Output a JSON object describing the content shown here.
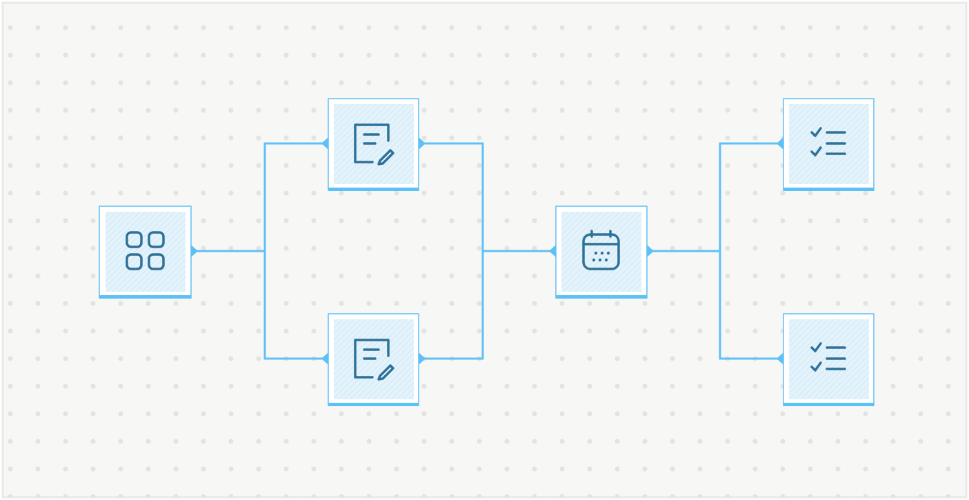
{
  "colors": {
    "background": "#f7f7f6",
    "border": "#e8e8e8",
    "dot": "#e3e3e3",
    "accent": "#5ec1f5",
    "node_fill": "#e4f3fb",
    "node_hatch": "#cde8f5",
    "icon": "#2f7199"
  },
  "nodes": [
    {
      "id": "apps",
      "icon": "apps-icon",
      "ports": [
        "right"
      ]
    },
    {
      "id": "edit-top",
      "icon": "edit-document-icon",
      "ports": [
        "left",
        "right"
      ]
    },
    {
      "id": "edit-bottom",
      "icon": "edit-document-icon",
      "ports": [
        "left",
        "right"
      ]
    },
    {
      "id": "calendar",
      "icon": "calendar-icon",
      "ports": [
        "left",
        "right"
      ]
    },
    {
      "id": "checklist-top",
      "icon": "checklist-icon",
      "ports": [
        "left"
      ]
    },
    {
      "id": "checklist-bottom",
      "icon": "checklist-icon",
      "ports": [
        "left"
      ]
    }
  ],
  "edges": [
    {
      "from": "apps",
      "to": "edit-top"
    },
    {
      "from": "apps",
      "to": "edit-bottom"
    },
    {
      "from": "edit-top",
      "to": "calendar"
    },
    {
      "from": "edit-bottom",
      "to": "calendar"
    },
    {
      "from": "calendar",
      "to": "checklist-top"
    },
    {
      "from": "calendar",
      "to": "checklist-bottom"
    }
  ]
}
